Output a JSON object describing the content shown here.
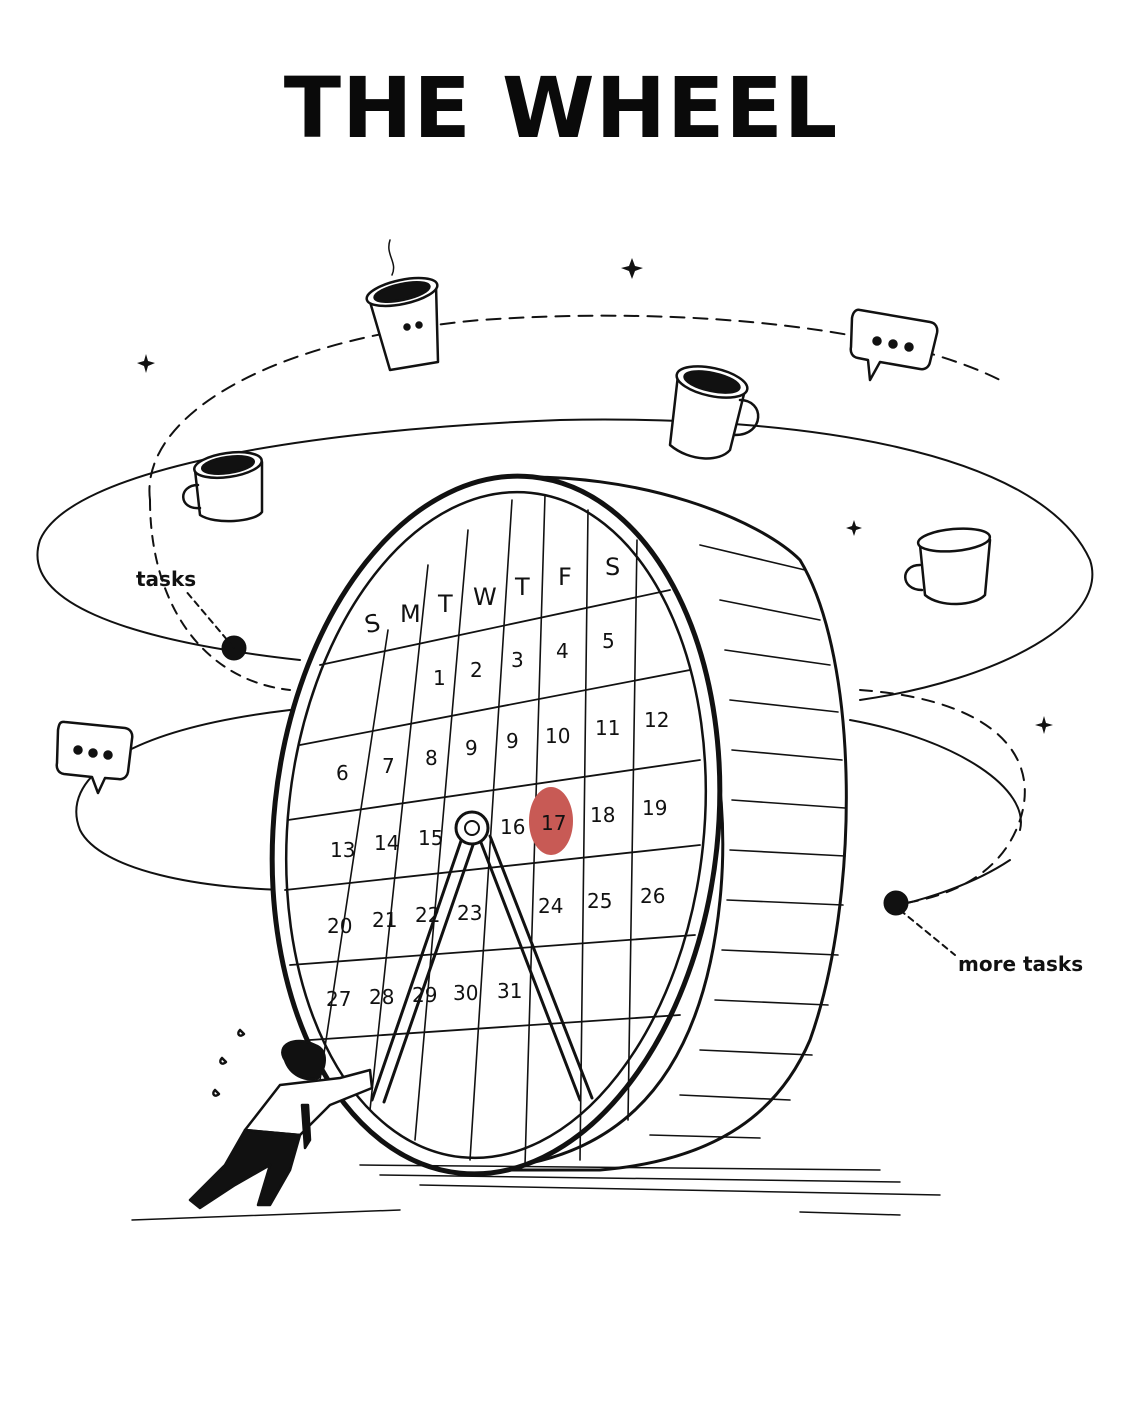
{
  "title": "THE WHEEL",
  "labels": {
    "tasks": "tasks",
    "more_tasks": "more tasks"
  },
  "calendar": {
    "weekdays": [
      "S",
      "M",
      "T",
      "W",
      "T",
      "F",
      "S"
    ],
    "days": [
      "1",
      "2",
      "3",
      "4",
      "5",
      "6",
      "7",
      "8",
      "9",
      "9",
      "10",
      "11",
      "12",
      "13",
      "14",
      "15",
      "16",
      "17",
      "18",
      "19",
      "20",
      "21",
      "22",
      "23",
      "24",
      "25",
      "26",
      "27",
      "28",
      "29",
      "30",
      "31"
    ],
    "highlighted_day": "17",
    "highlight_color": "#c85a55"
  },
  "icons": [
    "coffee-cup-icon",
    "coffee-mug-icon",
    "speech-bubble-icon",
    "sparkle-icon",
    "task-ball-icon",
    "person-pushing-icon"
  ]
}
